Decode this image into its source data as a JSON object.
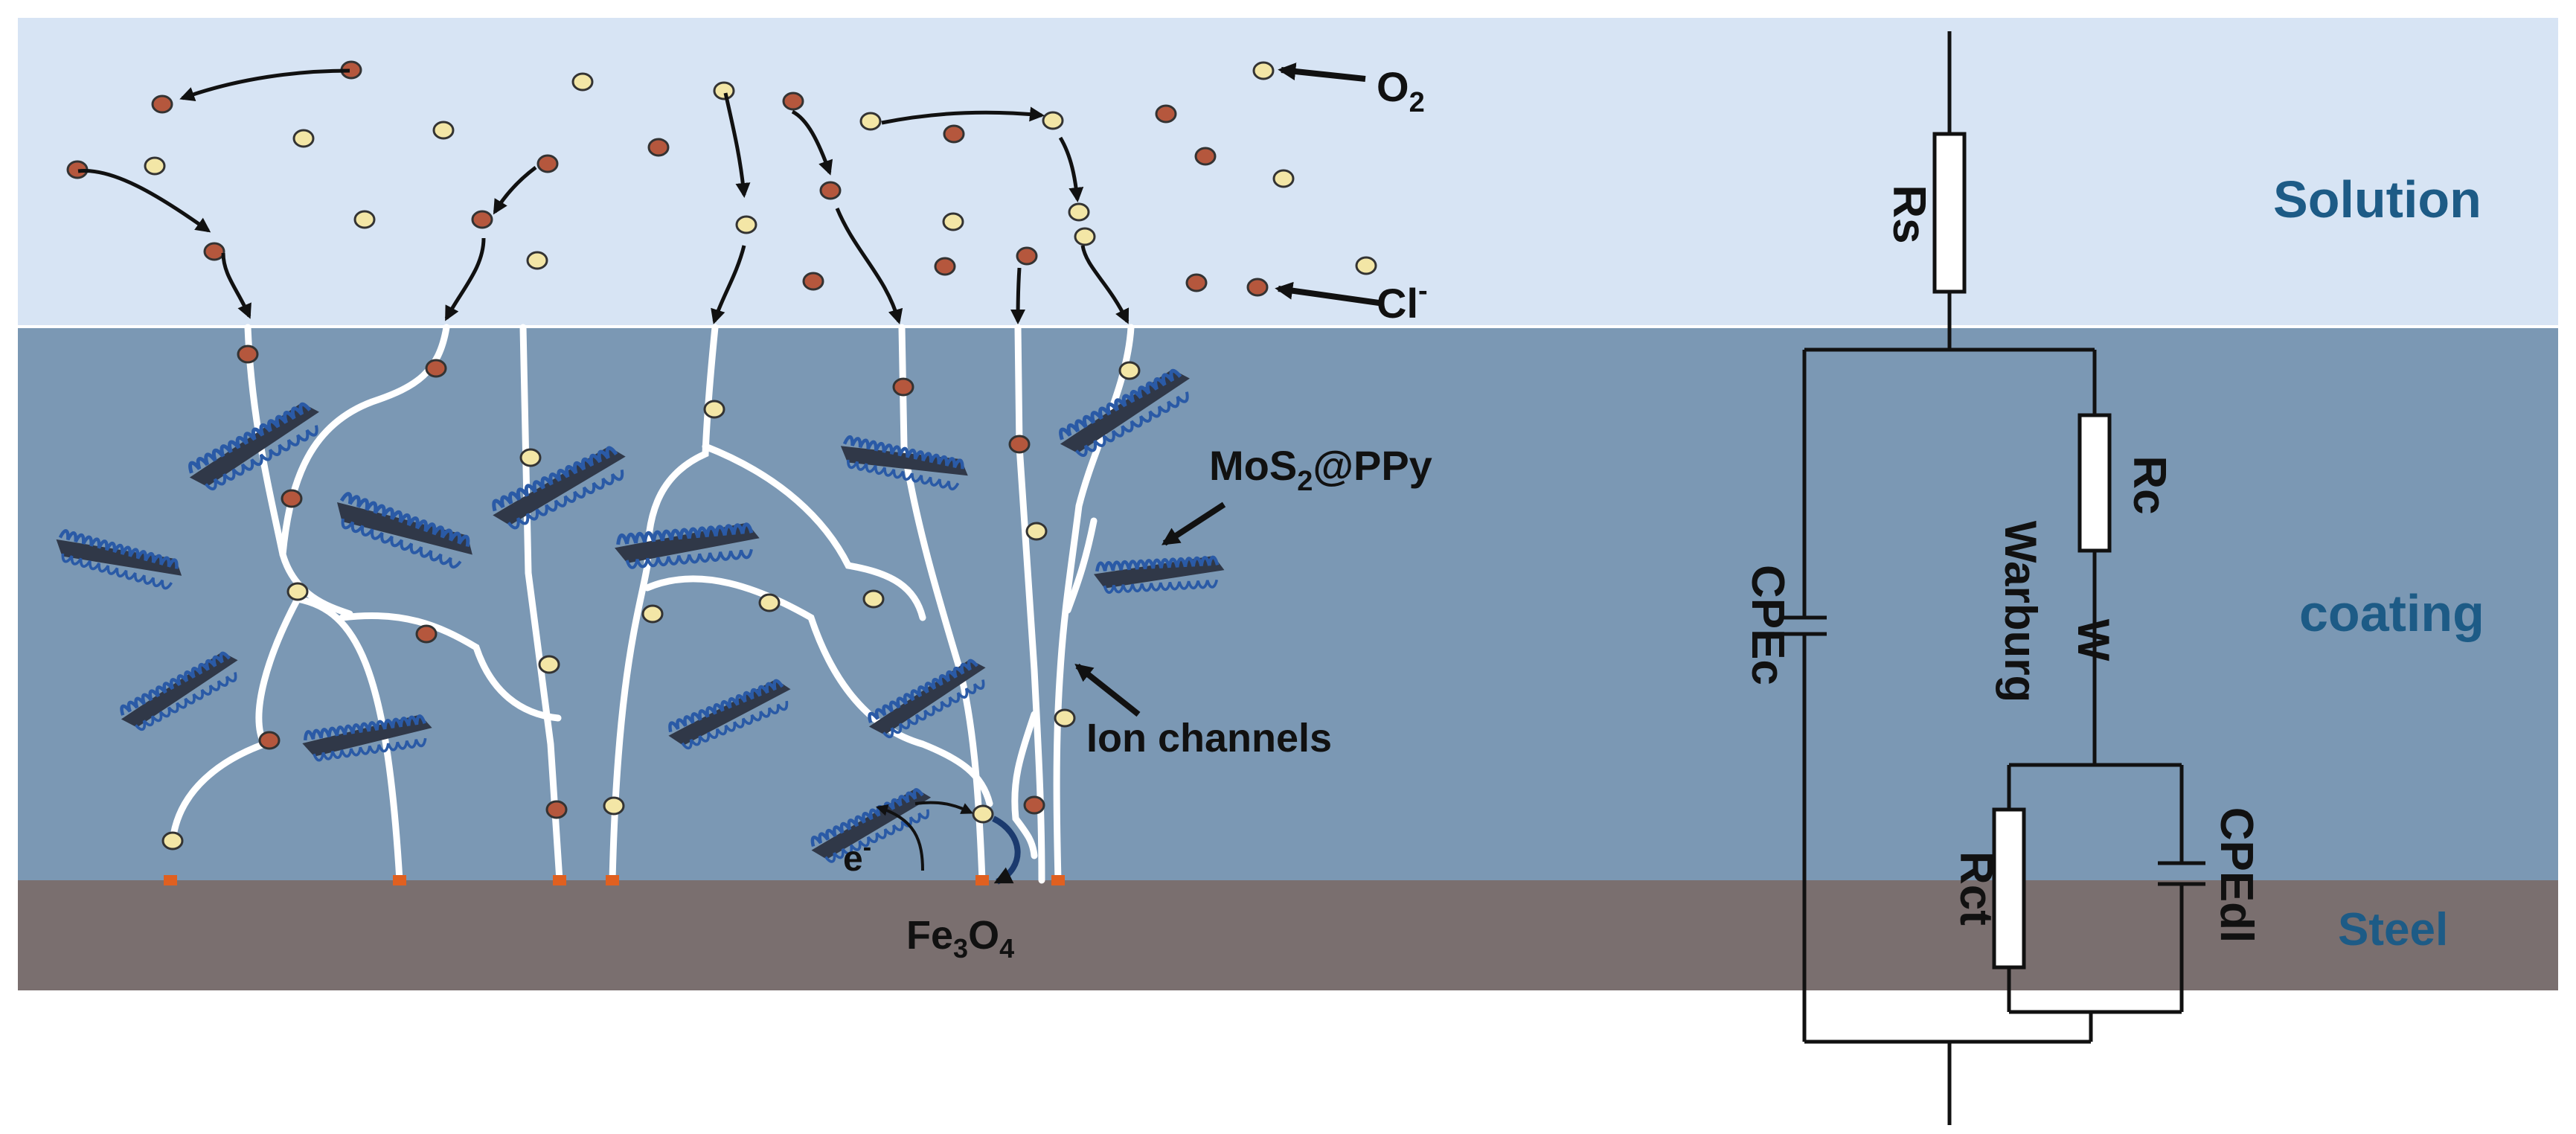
{
  "layers": {
    "solution": {
      "label": "Solution",
      "color": "#d7e4f4"
    },
    "coating": {
      "label": "coating",
      "color": "#7b98b4"
    },
    "steel": {
      "label": "Steel",
      "color": "#7a6f6f"
    },
    "label_color": "#1d5b86"
  },
  "species": {
    "o2": {
      "label": "O",
      "subscript": "2",
      "color": "#f3e6a6"
    },
    "cl": {
      "label": "Cl",
      "superscript": "-",
      "color": "#b5573d"
    }
  },
  "annotations": {
    "filler_part1": "MoS",
    "filler_sub": "2",
    "filler_part2": "@PPy",
    "ion_channels": "Ion channels",
    "electron": "e",
    "electron_sup": "-",
    "oxide_fe": "Fe",
    "oxide_sub1": "3",
    "oxide_o": "O",
    "oxide_sub2": "4"
  },
  "circuit": {
    "rs": "Rs",
    "rc": "Rc",
    "w": "W",
    "warburg": "Warburg",
    "cpec": "CPEc",
    "rct": "Rct",
    "cpedl": "CPEdl"
  },
  "colors": {
    "channel": "#ffffff",
    "filler": "#2a5aa6",
    "filler_shadow": "#303848",
    "contact": "#e06020",
    "wire": "#111111"
  }
}
